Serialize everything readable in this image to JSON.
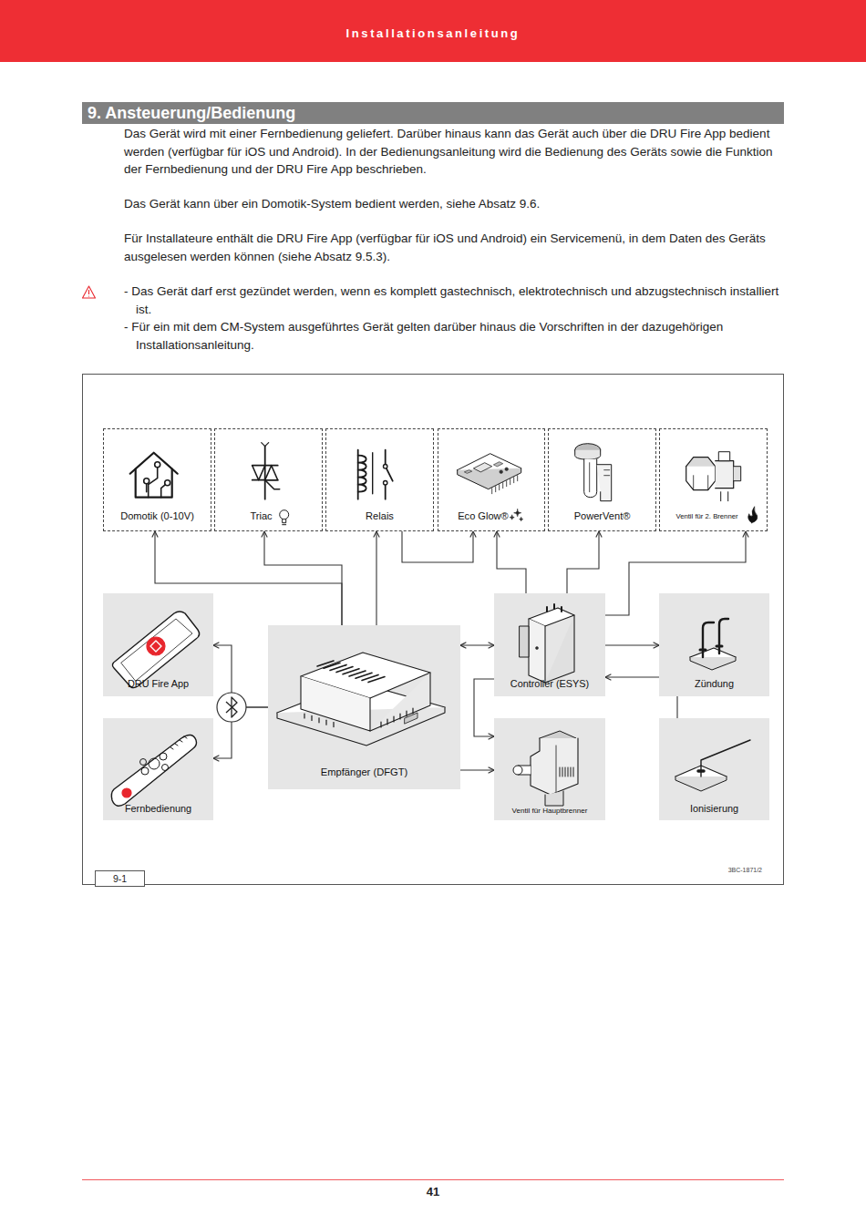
{
  "diagram": {
    "title": "9. Ansteuerung/Bedienung",
    "nodes": [
      {
        "text": [
          "Domotik (0-10V)"
        ]
      },
      {
        "text": [
          "Triac"
        ]
      },
      {
        "text": [
          "Relais"
        ]
      },
      {
        "text": [
          "Eco Glow®"
        ]
      },
      {
        "text": [
          "PowerVent®"
        ]
      },
      {
        "text": [
          "Ventil für 2. Brenner"
        ]
      },
      {
        "text": [
          "DRU Fire App"
        ]
      },
      {
        "text": [
          "Fernbedienung"
        ]
      },
      {
        "text": [
          "Empfänger (DFGT)"
        ]
      },
      {
        "text": [
          "Controller (ESYS)"
        ]
      },
      {
        "text": [
          "Ventil für Hauptbrenner"
        ]
      },
      {
        "text": [
          "Zündung"
        ]
      },
      {
        "text": [
          "Ionisierung"
        ]
      }
    ],
    "edges": [
      {
        "from": 8,
        "to": 6,
        "arrow": "to"
      },
      {
        "from": 8,
        "to": 7,
        "arrow": "to"
      },
      {
        "from": 8,
        "to": 0,
        "arrow": "to"
      },
      {
        "from": 8,
        "to": 1,
        "arrow": "to"
      },
      {
        "from": 8,
        "to": 2,
        "arrow": "to"
      },
      {
        "from": 2,
        "to": 3,
        "arrow": "to"
      },
      {
        "from": 9,
        "to": 3,
        "arrow": "to"
      },
      {
        "from": 9,
        "to": 4,
        "arrow": "to"
      },
      {
        "from": 9,
        "to": 5,
        "arrow": "to"
      },
      {
        "from": 8,
        "to": 9,
        "arrow": "both"
      },
      {
        "from": 9,
        "to": 11,
        "arrow": "to"
      },
      {
        "from": 12,
        "to": 9,
        "arrow": "to"
      },
      {
        "from": 9,
        "to": 10,
        "arrow": "to"
      },
      {
        "from": 8,
        "to": 10,
        "arrow": "to"
      }
    ],
    "labels": [
      "Installationsanleitung",
      "Das Gerät wird mit einer Fernbedienung geliefert. Darüber hinaus kann das Gerät auch über die DRU Fire App bedient werden (verfügbar für iOS und Android). In der Bedienungsanleitung wird die Bedienung des Geräts sowie die Funktion der Fernbedienung und der DRU Fire App beschrieben.",
      "Das Gerät kann über ein Domotik-System bedient werden, siehe Absatz 9.6.",
      "Für Installateure enthält die DRU Fire App (verfügbar für iOS und Android) ein Servicemenü, in dem Daten des Geräts ausgelesen werden können (siehe Absatz 9.5.3).",
      "- Das Gerät darf erst gezündet werden, wenn es komplett gastechnisch, elektrotechnisch und abzugstechnisch installiert ist.",
      "- Für ein mit dem CM-System ausgeführtes Gerät gelten darüber hinaus die Vorschriften in der dazugehörigen Installationsanleitung.",
      "9-1",
      "3BC-1871/2",
      "41"
    ]
  }
}
